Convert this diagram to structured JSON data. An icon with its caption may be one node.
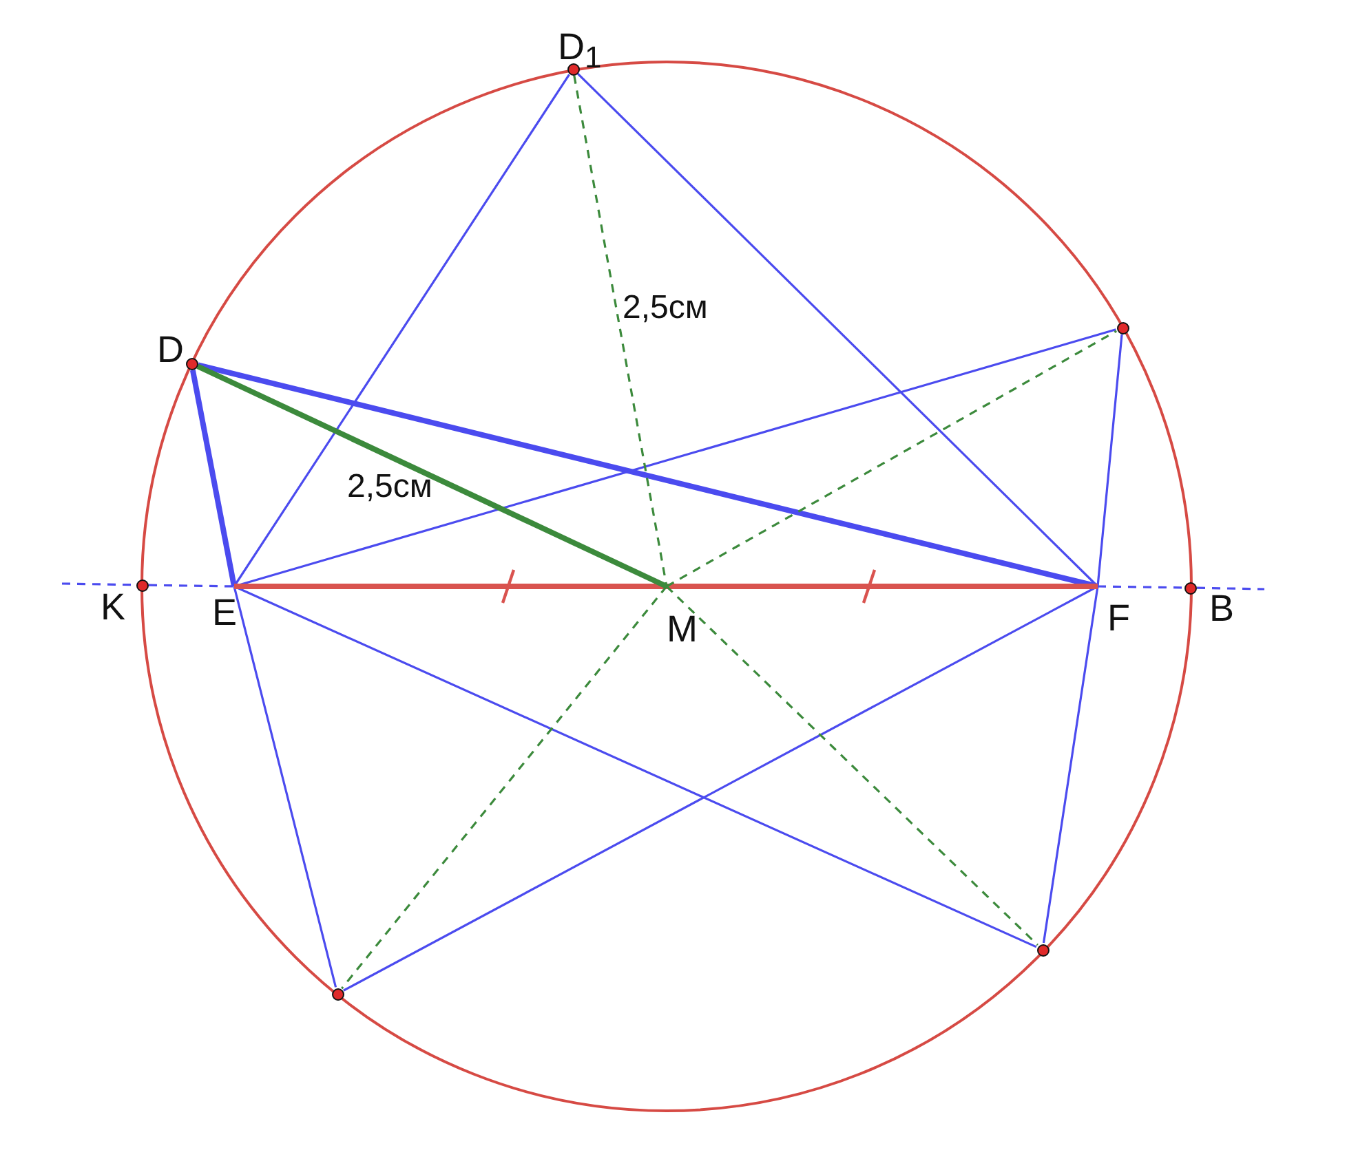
{
  "diagram": {
    "nodes": [
      {
        "text": [],
        "shape": "circle",
        "beside": [
          "D$_{1}$"
        ]
      },
      {
        "text": [],
        "shape": "circle"
      },
      {
        "text": [],
        "shape": "circle",
        "beside": [
          "D"
        ]
      },
      {
        "text": [],
        "shape": "circle",
        "beside": [
          "K"
        ]
      },
      {
        "text": [
          "E"
        ]
      },
      {
        "text": [
          "M"
        ]
      },
      {
        "text": [
          "F"
        ]
      },
      {
        "text": [],
        "shape": "circle",
        "beside": [
          "B"
        ]
      },
      {
        "text": [],
        "shape": "circle"
      },
      {
        "text": [],
        "shape": "circle"
      }
    ],
    "edges": [
      {
        "from": 0,
        "to": 4,
        "arrow": "none"
      },
      {
        "from": 0,
        "to": 6,
        "arrow": "none"
      },
      {
        "from": 2,
        "to": 4,
        "arrow": "none",
        "style": "thick"
      },
      {
        "from": 2,
        "to": 6,
        "arrow": "none",
        "style": "thick"
      },
      {
        "from": 4,
        "to": 1,
        "arrow": "none"
      },
      {
        "from": 1,
        "to": 6,
        "arrow": "none"
      },
      {
        "from": 4,
        "to": 9,
        "arrow": "none"
      },
      {
        "from": 9,
        "to": 6,
        "arrow": "none"
      },
      {
        "from": 4,
        "to": 8,
        "arrow": "none"
      },
      {
        "from": 8,
        "to": 6,
        "arrow": "none"
      },
      {
        "from": 4,
        "to": 6,
        "arrow": "none",
        "style": "thick",
        "color": "#d9534f"
      },
      {
        "from": 2,
        "to": 5,
        "arrow": "none",
        "style": "thick",
        "color": "#3c8a3c",
        "label": "2,5см"
      },
      {
        "from": 0,
        "to": 5,
        "arrow": "none",
        "style": "dashed",
        "color": "#3c8a3c",
        "label": "2,5см"
      },
      {
        "from": 5,
        "to": 1,
        "arrow": "none",
        "style": "dashed",
        "color": "#3c8a3c"
      },
      {
        "from": 5,
        "to": 9,
        "arrow": "none",
        "style": "dashed",
        "color": "#3c8a3c"
      },
      {
        "from": 5,
        "to": 8,
        "arrow": "none",
        "style": "dashed",
        "color": "#3c8a3c"
      },
      {
        "from": null,
        "to": 3,
        "arrow": "none",
        "style": "dashed"
      },
      {
        "from": 3,
        "to": 4,
        "arrow": "none",
        "style": "dashed"
      },
      {
        "from": 6,
        "to": 7,
        "arrow": "none",
        "style": "dashed"
      },
      {
        "from": 7,
        "to": null,
        "arrow": "none",
        "style": "dashed"
      }
    ]
  }
}
